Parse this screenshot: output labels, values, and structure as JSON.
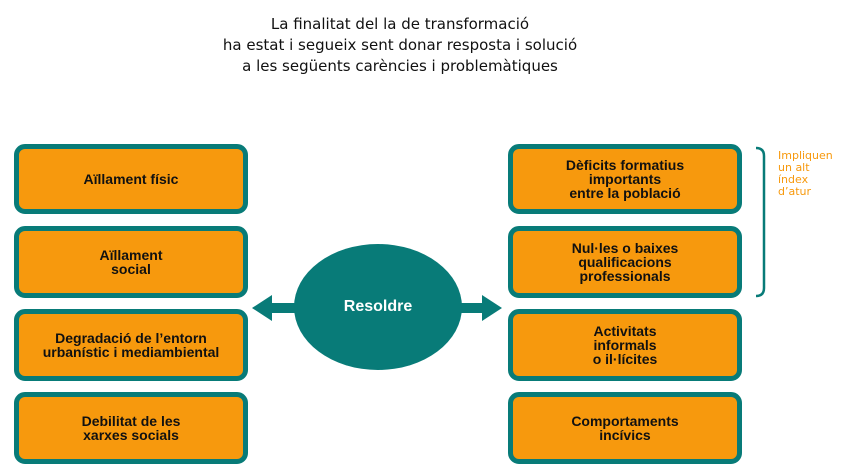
{
  "title_lines": [
    "La finalitat del la de transformació",
    "ha estat i segueix sent donar resposta i solució",
    "a les següents carències i problemàtiques"
  ],
  "center": {
    "label": "Resoldre"
  },
  "left_boxes": [
    {
      "label": "Aïllament físic"
    },
    {
      "label": "Aïllament\nsocial"
    },
    {
      "label": "Degradació de l’entorn\nurbanístic i mediambiental"
    },
    {
      "label": "Debilitat de les\nxarxes socials"
    }
  ],
  "right_boxes": [
    {
      "label": "Dèficits formatius\nimportants\nentre la població"
    },
    {
      "label": "Nul·les o baixes\nqualificacions\nprofessionals"
    },
    {
      "label": "Activitats\ninformals\no il·lícites"
    },
    {
      "label": "Comportaments\nincívics"
    }
  ],
  "side_note": "Impliquen\nun alt\níndex\nd’atur",
  "colors": {
    "box_fill": "#f7990d",
    "box_border": "#087b78",
    "circle": "#087b78",
    "note": "#f7990d"
  }
}
